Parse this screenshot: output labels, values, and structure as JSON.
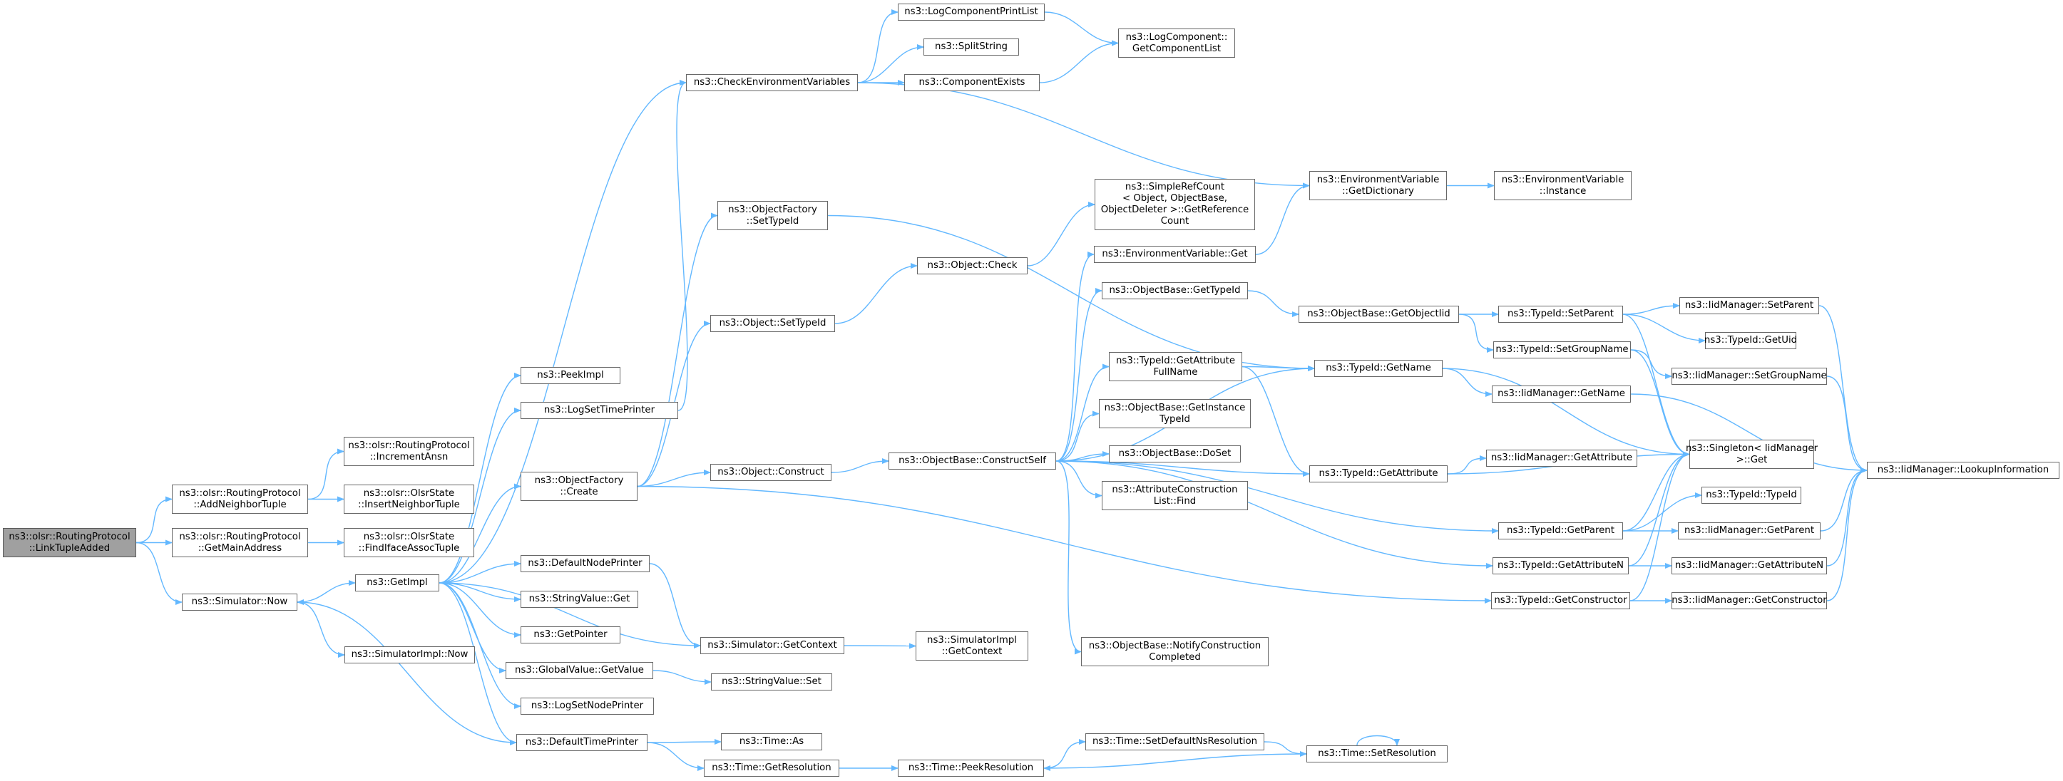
{
  "graph": {
    "colors": {
      "edge": "#63b8ff",
      "node_border": "#686868",
      "root_fill": "#a0a0a0",
      "node_fill": "#ffffff"
    },
    "nodes": [
      {
        "id": "root",
        "lines": [
          "ns3::olsr::RoutingProtocol",
          "::LinkTupleAdded"
        ],
        "root": true
      },
      {
        "id": "addNeighbor",
        "lines": [
          "ns3::olsr::RoutingProtocol",
          "::AddNeighborTuple"
        ]
      },
      {
        "id": "getMainAddress",
        "lines": [
          "ns3::olsr::RoutingProtocol",
          "::GetMainAddress"
        ]
      },
      {
        "id": "simNow",
        "lines": [
          "ns3::Simulator::Now"
        ]
      },
      {
        "id": "incrementAnsn",
        "lines": [
          "ns3::olsr::RoutingProtocol",
          "::IncrementAnsn"
        ]
      },
      {
        "id": "insertNeighborTuple",
        "lines": [
          "ns3::olsr::OlsrState",
          "::InsertNeighborTuple"
        ]
      },
      {
        "id": "findIfaceAssocTuple",
        "lines": [
          "ns3::olsr::OlsrState",
          "::FindIfaceAssocTuple"
        ]
      },
      {
        "id": "getImpl",
        "lines": [
          "ns3::GetImpl"
        ]
      },
      {
        "id": "simImplNow",
        "lines": [
          "ns3::SimulatorImpl::Now"
        ]
      },
      {
        "id": "peekImpl",
        "lines": [
          "ns3::PeekImpl"
        ]
      },
      {
        "id": "logSetTimePrinter",
        "lines": [
          "ns3::LogSetTimePrinter"
        ]
      },
      {
        "id": "objFactoryCreate",
        "lines": [
          "ns3::ObjectFactory",
          "::Create"
        ]
      },
      {
        "id": "defaultNodePrinter",
        "lines": [
          "ns3::DefaultNodePrinter"
        ]
      },
      {
        "id": "stringValueGet",
        "lines": [
          "ns3::StringValue::Get"
        ]
      },
      {
        "id": "getPointer",
        "lines": [
          "ns3::GetPointer"
        ]
      },
      {
        "id": "globalValueGetValue",
        "lines": [
          "ns3::GlobalValue::GetValue"
        ]
      },
      {
        "id": "logSetNodePrinter",
        "lines": [
          "ns3::LogSetNodePrinter"
        ]
      },
      {
        "id": "defaultTimePrinter",
        "lines": [
          "ns3::DefaultTimePrinter"
        ]
      },
      {
        "id": "checkEnvVars",
        "lines": [
          "ns3::CheckEnvironmentVariables"
        ]
      },
      {
        "id": "objFactorySetTypeId",
        "lines": [
          "ns3::ObjectFactory",
          "::SetTypeId"
        ]
      },
      {
        "id": "objectSetTypeId",
        "lines": [
          "ns3::Object::SetTypeId"
        ]
      },
      {
        "id": "objectConstruct",
        "lines": [
          "ns3::Object::Construct"
        ]
      },
      {
        "id": "simGetContext",
        "lines": [
          "ns3::Simulator::GetContext"
        ]
      },
      {
        "id": "stringValueSet",
        "lines": [
          "ns3::StringValue::Set"
        ]
      },
      {
        "id": "timeAs",
        "lines": [
          "ns3::Time::As"
        ]
      },
      {
        "id": "timeGetResolution",
        "lines": [
          "ns3::Time::GetResolution"
        ]
      },
      {
        "id": "logComponentPrintList",
        "lines": [
          "ns3::LogComponentPrintList"
        ]
      },
      {
        "id": "splitString",
        "lines": [
          "ns3::SplitString"
        ]
      },
      {
        "id": "componentExists",
        "lines": [
          "ns3::ComponentExists"
        ]
      },
      {
        "id": "objectCheck",
        "lines": [
          "ns3::Object::Check"
        ]
      },
      {
        "id": "objBaseConstructSelf",
        "lines": [
          "ns3::ObjectBase::ConstructSelf"
        ]
      },
      {
        "id": "simImplGetContext",
        "lines": [
          "ns3::SimulatorImpl",
          "::GetContext"
        ]
      },
      {
        "id": "timePeekResolution",
        "lines": [
          "ns3::Time::PeekResolution"
        ]
      },
      {
        "id": "logComponentGetList",
        "lines": [
          "ns3::LogComponent::",
          "GetComponentList"
        ]
      },
      {
        "id": "simpleRefCount",
        "lines": [
          "ns3::SimpleRefCount",
          "< Object, ObjectBase,",
          "ObjectDeleter >::GetReference",
          "Count"
        ]
      },
      {
        "id": "envVarGet",
        "lines": [
          "ns3::EnvironmentVariable::Get"
        ]
      },
      {
        "id": "objBaseGetTypeId",
        "lines": [
          "ns3::ObjectBase::GetTypeId"
        ]
      },
      {
        "id": "typeIdGetAttrFullName",
        "lines": [
          "ns3::TypeId::GetAttribute",
          "FullName"
        ]
      },
      {
        "id": "objBaseGetInstanceTypeId",
        "lines": [
          "ns3::ObjectBase::GetInstance",
          "TypeId"
        ]
      },
      {
        "id": "objBaseDoSet",
        "lines": [
          "ns3::ObjectBase::DoSet"
        ]
      },
      {
        "id": "attrConstructionListFind",
        "lines": [
          "ns3::AttributeConstruction",
          "List::Find"
        ]
      },
      {
        "id": "objBaseNotifyConstruction",
        "lines": [
          "ns3::ObjectBase::NotifyConstruction",
          "Completed"
        ]
      },
      {
        "id": "timeSetDefaultNsResolution",
        "lines": [
          "ns3::Time::SetDefaultNsResolution"
        ]
      },
      {
        "id": "envVarGetDictionary",
        "lines": [
          "ns3::EnvironmentVariable",
          "::GetDictionary"
        ]
      },
      {
        "id": "objBaseGetObjectIid",
        "lines": [
          "ns3::ObjectBase::GetObjectIid"
        ]
      },
      {
        "id": "typeIdGetName",
        "lines": [
          "ns3::TypeId::GetName"
        ]
      },
      {
        "id": "typeIdGetAttribute",
        "lines": [
          "ns3::TypeId::GetAttribute"
        ]
      },
      {
        "id": "timeSetResolution",
        "lines": [
          "ns3::Time::SetResolution"
        ]
      },
      {
        "id": "envVarInstance",
        "lines": [
          "ns3::EnvironmentVariable",
          "::Instance"
        ]
      },
      {
        "id": "typeIdSetParent",
        "lines": [
          "ns3::TypeId::SetParent"
        ]
      },
      {
        "id": "typeIdSetGroupName",
        "lines": [
          "ns3::TypeId::SetGroupName"
        ]
      },
      {
        "id": "iidGetName",
        "lines": [
          "ns3::IidManager::GetName"
        ]
      },
      {
        "id": "iidGetAttribute",
        "lines": [
          "ns3::IidManager::GetAttribute"
        ]
      },
      {
        "id": "typeIdGetParent",
        "lines": [
          "ns3::TypeId::GetParent"
        ]
      },
      {
        "id": "typeIdGetAttributeN",
        "lines": [
          "ns3::TypeId::GetAttributeN"
        ]
      },
      {
        "id": "typeIdGetConstructor",
        "lines": [
          "ns3::TypeId::GetConstructor"
        ]
      },
      {
        "id": "iidSetParent",
        "lines": [
          "ns3::IidManager::SetParent"
        ]
      },
      {
        "id": "typeIdGetUid",
        "lines": [
          "ns3::TypeId::GetUid"
        ]
      },
      {
        "id": "iidSetGroupName",
        "lines": [
          "ns3::IidManager::SetGroupName"
        ]
      },
      {
        "id": "singletonGet",
        "lines": [
          "ns3::Singleton< IidManager",
          " >::Get"
        ]
      },
      {
        "id": "typeIdTypeId",
        "lines": [
          "ns3::TypeId::TypeId"
        ]
      },
      {
        "id": "iidGetParent",
        "lines": [
          "ns3::IidManager::GetParent"
        ]
      },
      {
        "id": "iidGetAttributeN",
        "lines": [
          "ns3::IidManager::GetAttributeN"
        ]
      },
      {
        "id": "iidGetConstructor",
        "lines": [
          "ns3::IidManager::GetConstructor"
        ]
      },
      {
        "id": "iidLookupInformation",
        "lines": [
          "ns3::IidManager::LookupInformation"
        ]
      }
    ],
    "edges": [
      [
        "root",
        "addNeighbor"
      ],
      [
        "root",
        "getMainAddress"
      ],
      [
        "root",
        "simNow"
      ],
      [
        "addNeighbor",
        "incrementAnsn"
      ],
      [
        "addNeighbor",
        "insertNeighborTuple"
      ],
      [
        "getMainAddress",
        "findIfaceAssocTuple"
      ],
      [
        "simNow",
        "getImpl"
      ],
      [
        "simNow",
        "simImplNow"
      ],
      [
        "getImpl",
        "peekImpl"
      ],
      [
        "getImpl",
        "logSetTimePrinter"
      ],
      [
        "getImpl",
        "objFactoryCreate"
      ],
      [
        "getImpl",
        "defaultNodePrinter"
      ],
      [
        "getImpl",
        "stringValueGet"
      ],
      [
        "getImpl",
        "getPointer"
      ],
      [
        "getImpl",
        "globalValueGetValue"
      ],
      [
        "getImpl",
        "logSetNodePrinter"
      ],
      [
        "getImpl",
        "defaultTimePrinter"
      ],
      [
        "getImpl",
        "simGetContext"
      ],
      [
        "getImpl",
        "checkEnvVars"
      ],
      [
        "logSetTimePrinter",
        "checkEnvVars"
      ],
      [
        "objFactoryCreate",
        "objFactorySetTypeId"
      ],
      [
        "objFactoryCreate",
        "objectSetTypeId"
      ],
      [
        "objFactoryCreate",
        "objectConstruct"
      ],
      [
        "objFactoryCreate",
        "typeIdGetConstructor"
      ],
      [
        "defaultNodePrinter",
        "simGetContext"
      ],
      [
        "globalValueGetValue",
        "stringValueSet"
      ],
      [
        "defaultTimePrinter",
        "simNow"
      ],
      [
        "defaultTimePrinter",
        "timeAs"
      ],
      [
        "defaultTimePrinter",
        "timeGetResolution"
      ],
      [
        "checkEnvVars",
        "logComponentPrintList"
      ],
      [
        "checkEnvVars",
        "splitString"
      ],
      [
        "checkEnvVars",
        "componentExists"
      ],
      [
        "checkEnvVars",
        "envVarGetDictionary"
      ],
      [
        "objFactorySetTypeId",
        "typeIdGetName"
      ],
      [
        "objectSetTypeId",
        "objectCheck"
      ],
      [
        "objectConstruct",
        "objBaseConstructSelf"
      ],
      [
        "simGetContext",
        "simImplGetContext"
      ],
      [
        "timeGetResolution",
        "timePeekResolution"
      ],
      [
        "logComponentPrintList",
        "logComponentGetList"
      ],
      [
        "componentExists",
        "logComponentGetList"
      ],
      [
        "objectCheck",
        "simpleRefCount"
      ],
      [
        "objBaseConstructSelf",
        "envVarGet"
      ],
      [
        "objBaseConstructSelf",
        "objBaseGetTypeId"
      ],
      [
        "objBaseConstructSelf",
        "typeIdGetAttrFullName"
      ],
      [
        "objBaseConstructSelf",
        "objBaseGetInstanceTypeId"
      ],
      [
        "objBaseConstructSelf",
        "objBaseDoSet"
      ],
      [
        "objBaseConstructSelf",
        "attrConstructionListFind"
      ],
      [
        "objBaseConstructSelf",
        "objBaseNotifyConstruction"
      ],
      [
        "objBaseConstructSelf",
        "typeIdGetName"
      ],
      [
        "objBaseConstructSelf",
        "typeIdGetAttribute"
      ],
      [
        "objBaseConstructSelf",
        "typeIdGetParent"
      ],
      [
        "objBaseConstructSelf",
        "typeIdGetAttributeN"
      ],
      [
        "timePeekResolution",
        "timeSetDefaultNsResolution"
      ],
      [
        "timeSetDefaultNsResolution",
        "timeSetResolution"
      ],
      [
        "timeSetResolution",
        "timeSetResolution"
      ],
      [
        "timeSetResolution",
        "timePeekResolution"
      ],
      [
        "envVarGet",
        "envVarGetDictionary"
      ],
      [
        "envVarGetDictionary",
        "envVarInstance"
      ],
      [
        "objBaseGetTypeId",
        "objBaseGetObjectIid"
      ],
      [
        "typeIdGetAttrFullName",
        "typeIdGetName"
      ],
      [
        "typeIdGetAttrFullName",
        "typeIdGetAttribute"
      ],
      [
        "objBaseGetObjectIid",
        "typeIdSetParent"
      ],
      [
        "objBaseGetObjectIid",
        "typeIdSetGroupName"
      ],
      [
        "typeIdGetName",
        "iidGetName"
      ],
      [
        "typeIdGetName",
        "singletonGet"
      ],
      [
        "typeIdGetAttribute",
        "iidGetAttribute"
      ],
      [
        "typeIdGetAttribute",
        "singletonGet"
      ],
      [
        "typeIdSetParent",
        "iidSetParent"
      ],
      [
        "typeIdSetParent",
        "typeIdGetUid"
      ],
      [
        "typeIdSetParent",
        "singletonGet"
      ],
      [
        "typeIdSetGroupName",
        "iidSetGroupName"
      ],
      [
        "typeIdSetGroupName",
        "singletonGet"
      ],
      [
        "typeIdGetParent",
        "typeIdTypeId"
      ],
      [
        "typeIdGetParent",
        "iidGetParent"
      ],
      [
        "typeIdGetParent",
        "singletonGet"
      ],
      [
        "typeIdGetAttributeN",
        "iidGetAttributeN"
      ],
      [
        "typeIdGetAttributeN",
        "singletonGet"
      ],
      [
        "typeIdGetConstructor",
        "iidGetConstructor"
      ],
      [
        "typeIdGetConstructor",
        "singletonGet"
      ],
      [
        "iidGetName",
        "iidLookupInformation"
      ],
      [
        "iidSetParent",
        "iidLookupInformation"
      ],
      [
        "iidSetGroupName",
        "iidLookupInformation"
      ],
      [
        "iidGetParent",
        "iidLookupInformation"
      ],
      [
        "iidGetAttributeN",
        "iidLookupInformation"
      ],
      [
        "iidGetConstructor",
        "iidLookupInformation"
      ]
    ]
  }
}
